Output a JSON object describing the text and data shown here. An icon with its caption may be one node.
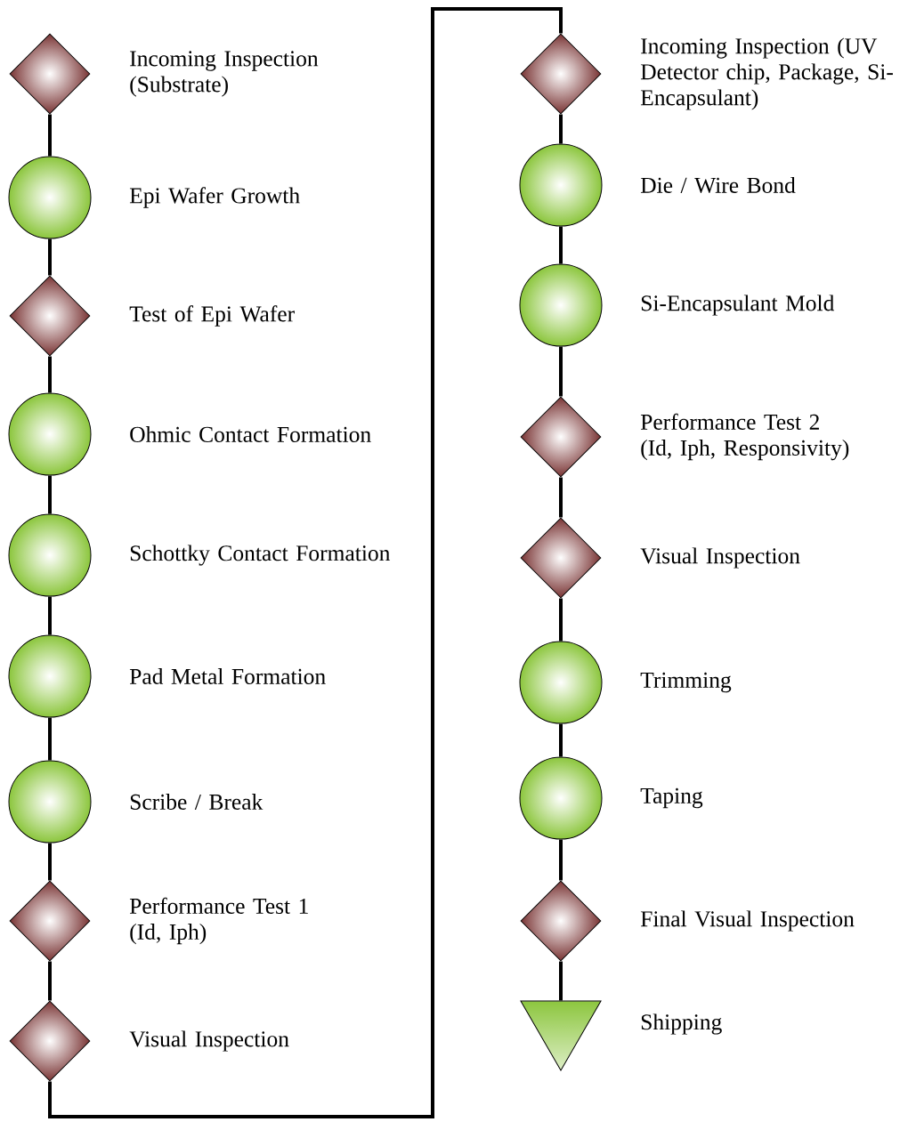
{
  "diagram": {
    "nodes": [
      {
        "text": [],
        "shape": "diamond",
        "beside": [
          "Incoming Inspection (Substrate)"
        ]
      },
      {
        "text": [],
        "shape": "circle",
        "beside": [
          "Epi Wafer Growth"
        ]
      },
      {
        "text": [],
        "shape": "diamond",
        "beside": [
          "Test of Epi Wafer"
        ]
      },
      {
        "text": [],
        "shape": "circle",
        "beside": [
          "Ohmic Contact Formation"
        ]
      },
      {
        "text": [],
        "shape": "circle",
        "beside": [
          "Schottky Contact Formation"
        ]
      },
      {
        "text": [],
        "shape": "circle",
        "beside": [
          "Pad Metal Formation"
        ]
      },
      {
        "text": [],
        "shape": "circle",
        "beside": [
          "Scribe / Break"
        ]
      },
      {
        "text": [],
        "shape": "diamond",
        "beside": [
          "Performance Test 1 (Id, Iph)"
        ]
      },
      {
        "text": [],
        "shape": "diamond",
        "beside": [
          "Visual Inspection"
        ]
      },
      {
        "text": [],
        "shape": "diamond",
        "beside": [
          "Incoming Inspection (UV Detector chip, Package, Si-Encapsulant)"
        ]
      },
      {
        "text": [],
        "shape": "circle",
        "beside": [
          "Die / Wire Bond"
        ]
      },
      {
        "text": [],
        "shape": "circle",
        "beside": [
          "Si-Encapsulant Mold"
        ]
      },
      {
        "text": [],
        "shape": "diamond",
        "beside": [
          "Performance Test 2 (Id, Iph, Responsivity)"
        ]
      },
      {
        "text": [],
        "shape": "diamond",
        "beside": [
          "Visual Inspection"
        ]
      },
      {
        "text": [],
        "shape": "circle",
        "beside": [
          "Trimming"
        ]
      },
      {
        "text": [],
        "shape": "circle",
        "beside": [
          "Taping"
        ]
      },
      {
        "text": [],
        "shape": "diamond",
        "beside": [
          "Final Visual Inspection"
        ]
      },
      {
        "text": [],
        "shape": "triangle",
        "beside": [
          "Shipping"
        ]
      }
    ],
    "edges": [
      {
        "from": 0,
        "to": 1,
        "arrow": "none"
      },
      {
        "from": 1,
        "to": 2,
        "arrow": "none"
      },
      {
        "from": 2,
        "to": 3,
        "arrow": "none"
      },
      {
        "from": 3,
        "to": 4,
        "arrow": "none"
      },
      {
        "from": 4,
        "to": 5,
        "arrow": "none"
      },
      {
        "from": 5,
        "to": 6,
        "arrow": "none"
      },
      {
        "from": 6,
        "to": 7,
        "arrow": "none"
      },
      {
        "from": 7,
        "to": 8,
        "arrow": "none"
      },
      {
        "from": 8,
        "to": 9,
        "arrow": "none"
      },
      {
        "from": 9,
        "to": 10,
        "arrow": "none"
      },
      {
        "from": 10,
        "to": 11,
        "arrow": "none"
      },
      {
        "from": 11,
        "to": 12,
        "arrow": "none"
      },
      {
        "from": 12,
        "to": 13,
        "arrow": "none"
      },
      {
        "from": 13,
        "to": 14,
        "arrow": "none"
      },
      {
        "from": 14,
        "to": 15,
        "arrow": "none"
      },
      {
        "from": 15,
        "to": 16,
        "arrow": "none"
      },
      {
        "from": 16,
        "to": 17,
        "arrow": "none"
      }
    ]
  }
}
